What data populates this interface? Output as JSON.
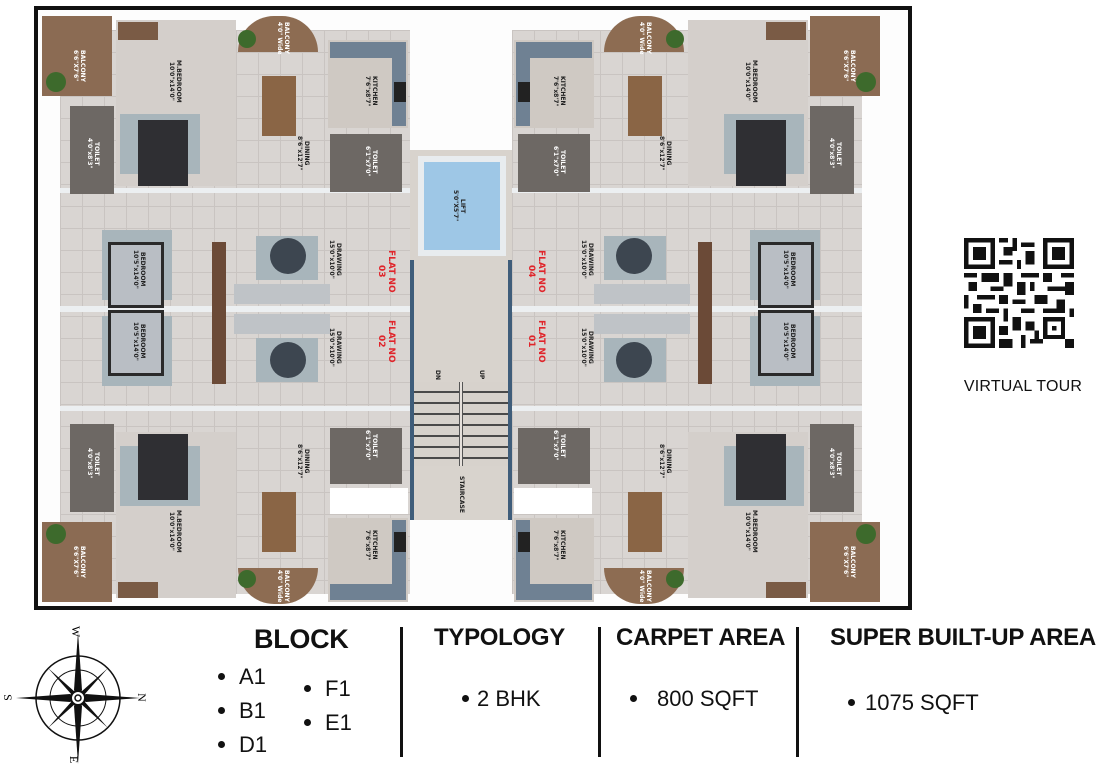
{
  "plan": {
    "flats": [
      {
        "id": "flat-03",
        "label": "FLAT NO\n03"
      },
      {
        "id": "flat-04",
        "label": "FLAT NO\n04"
      },
      {
        "id": "flat-02",
        "label": "FLAT NO\n02"
      },
      {
        "id": "flat-01",
        "label": "FLAT NO\n01"
      }
    ],
    "rooms": {
      "lift": "LIFT\n5'0\"X5'7\"",
      "staircase": "STAIRCASE",
      "up": "UP",
      "dn": "DN",
      "balcony_side": "BALCONY\n6'6\"X7'6\"",
      "balcony_round": "BALCONY\n4'0\" Wide",
      "m_bedroom": "M.BEDROOM\n10'0\"x14'0\"",
      "bedroom": "BEDROOM\n10'5\"x14'0\"",
      "toilet_m": "TOILET\n4'0\"x8'3\"",
      "toilet_c": "TOILET\n6'1\"x7'0\"",
      "kitchen": "KITCHEN\n7'6\"x8'7\"",
      "dining": "DINING\n8'6\"x12'7\"",
      "drawing": "DRAWING\n15'0\"x10'0\""
    }
  },
  "qr": {
    "caption": "VIRTUAL TOUR"
  },
  "compass": {
    "north": "N",
    "south": "S",
    "east": "E",
    "west": "W"
  },
  "info": {
    "block": {
      "title": "BLOCK",
      "items": [
        "A1",
        "B1",
        "D1",
        "F1",
        "E1"
      ]
    },
    "typology": {
      "title": "TYPOLOGY",
      "value": "2 BHK"
    },
    "carpet_area": {
      "title": "CARPET AREA",
      "value": "800 SQFT"
    },
    "super_built_up_area": {
      "title": "SUPER BUILT-UP AREA",
      "value": "1075 SQFT"
    }
  },
  "colors": {
    "flat_label": "#e0242a",
    "lift": "#9ec7e6",
    "border": "#111111"
  }
}
